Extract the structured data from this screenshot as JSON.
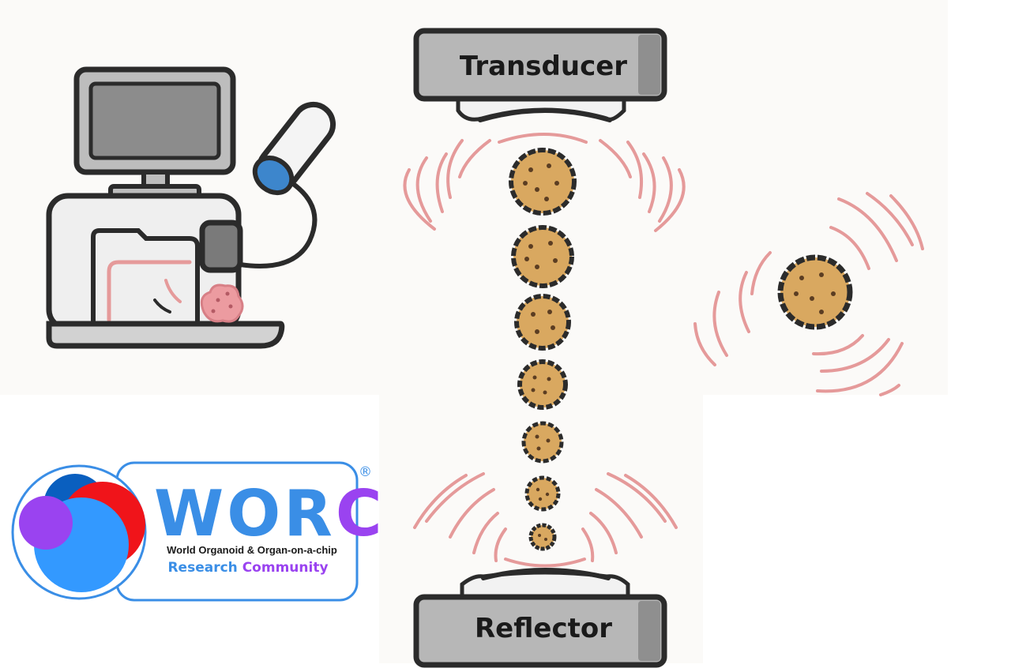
{
  "diagram": {
    "transducer_label": "Transducer",
    "reflector_label": "Reflector"
  },
  "logo": {
    "title": "WORC",
    "registered_mark": "®",
    "subtitle": "World Organoid & Organ-on-a-chip",
    "community_word1": "Research",
    "community_word2": "Community"
  },
  "colors": {
    "plate_fill": "#b7b7b7",
    "outline": "#2b2b2b",
    "wave": "#e59a9a",
    "organoid": "#d9a860",
    "organoid_spots": "#5b3d22",
    "tissue": "#ec9ba0",
    "probe_tip": "#3d86cc",
    "logo_blue": "#3a8ee6",
    "logo_purple": "#9a43f0",
    "logo_red": "#f0141a",
    "logo_darkblue": "#0a5fbf",
    "logo_lightblue": "#3399ff"
  }
}
